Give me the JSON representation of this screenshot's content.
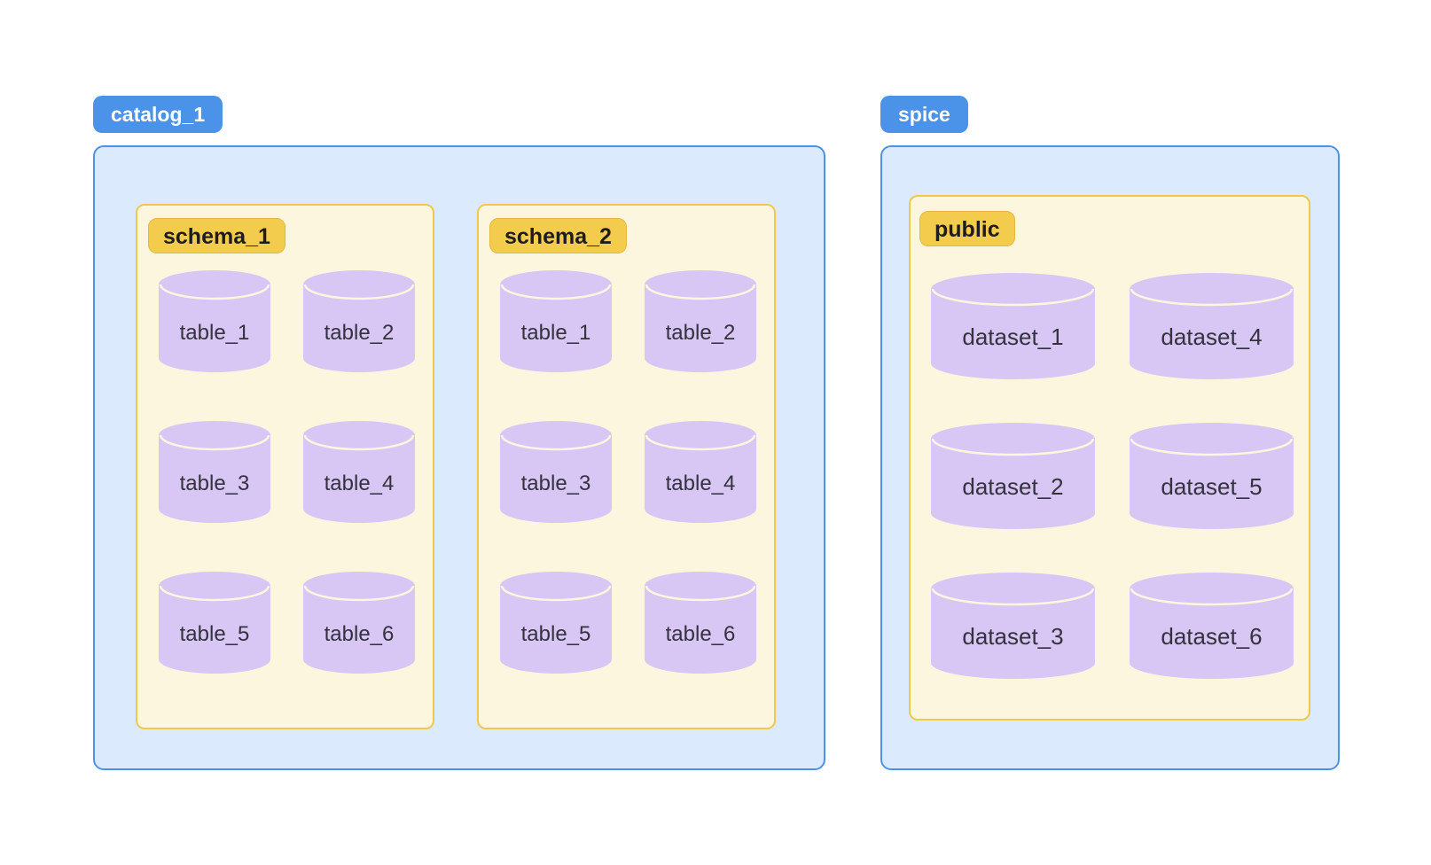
{
  "colors": {
    "page_bg": "#ffffff",
    "blue_accent": "#4b92e9",
    "blue_badge_text": "#ffffff",
    "blue_container_bg": "#dbeafc",
    "cream_box_bg": "#fdf6df",
    "cream_box_border": "#eec850",
    "yellow_badge_bg": "#f4cc4d",
    "yellow_badge_border": "#e4b83e",
    "yellow_badge_text": "#1d1d1f",
    "cylinder_fill": "#d8c6f4",
    "cylinder_label_text": "#33323d"
  },
  "diagram": {
    "groups": [
      {
        "badge": "catalog_1",
        "boxes": [
          {
            "badge": "schema_1",
            "items": [
              "table_1",
              "table_2",
              "table_3",
              "table_4",
              "table_5",
              "table_6"
            ]
          },
          {
            "badge": "schema_2",
            "items": [
              "table_1",
              "table_2",
              "table_3",
              "table_4",
              "table_5",
              "table_6"
            ]
          }
        ]
      },
      {
        "badge": "spice",
        "boxes": [
          {
            "badge": "public",
            "items": [
              "dataset_1",
              "dataset_4",
              "dataset_2",
              "dataset_5",
              "dataset_3",
              "dataset_6"
            ]
          }
        ]
      }
    ]
  }
}
